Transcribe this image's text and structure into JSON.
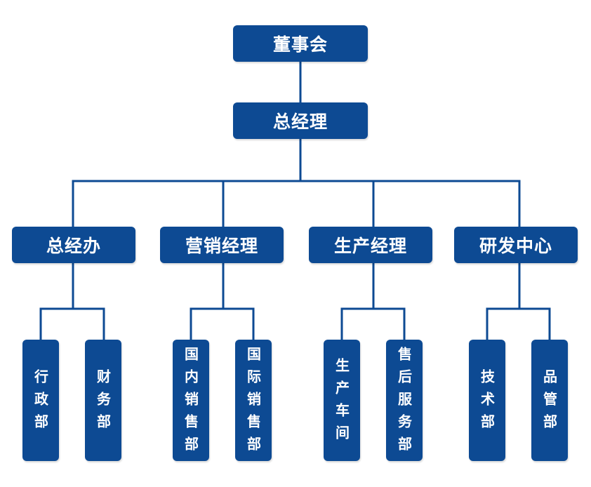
{
  "chart": {
    "root": "董事会",
    "gm": "总经理",
    "departments": [
      {
        "label": "总经办",
        "units": [
          "行政部",
          "财务部"
        ]
      },
      {
        "label": "营销经理",
        "units": [
          "国内销售部",
          "国际销售部"
        ]
      },
      {
        "label": "生产经理",
        "units": [
          "生产车间",
          "售后服务部"
        ]
      },
      {
        "label": "研发中心",
        "units": [
          "技术部",
          "品管部"
        ]
      }
    ]
  },
  "colors": {
    "box": "#0d4a93",
    "line": "#0d4a93",
    "text": "#ffffff"
  }
}
